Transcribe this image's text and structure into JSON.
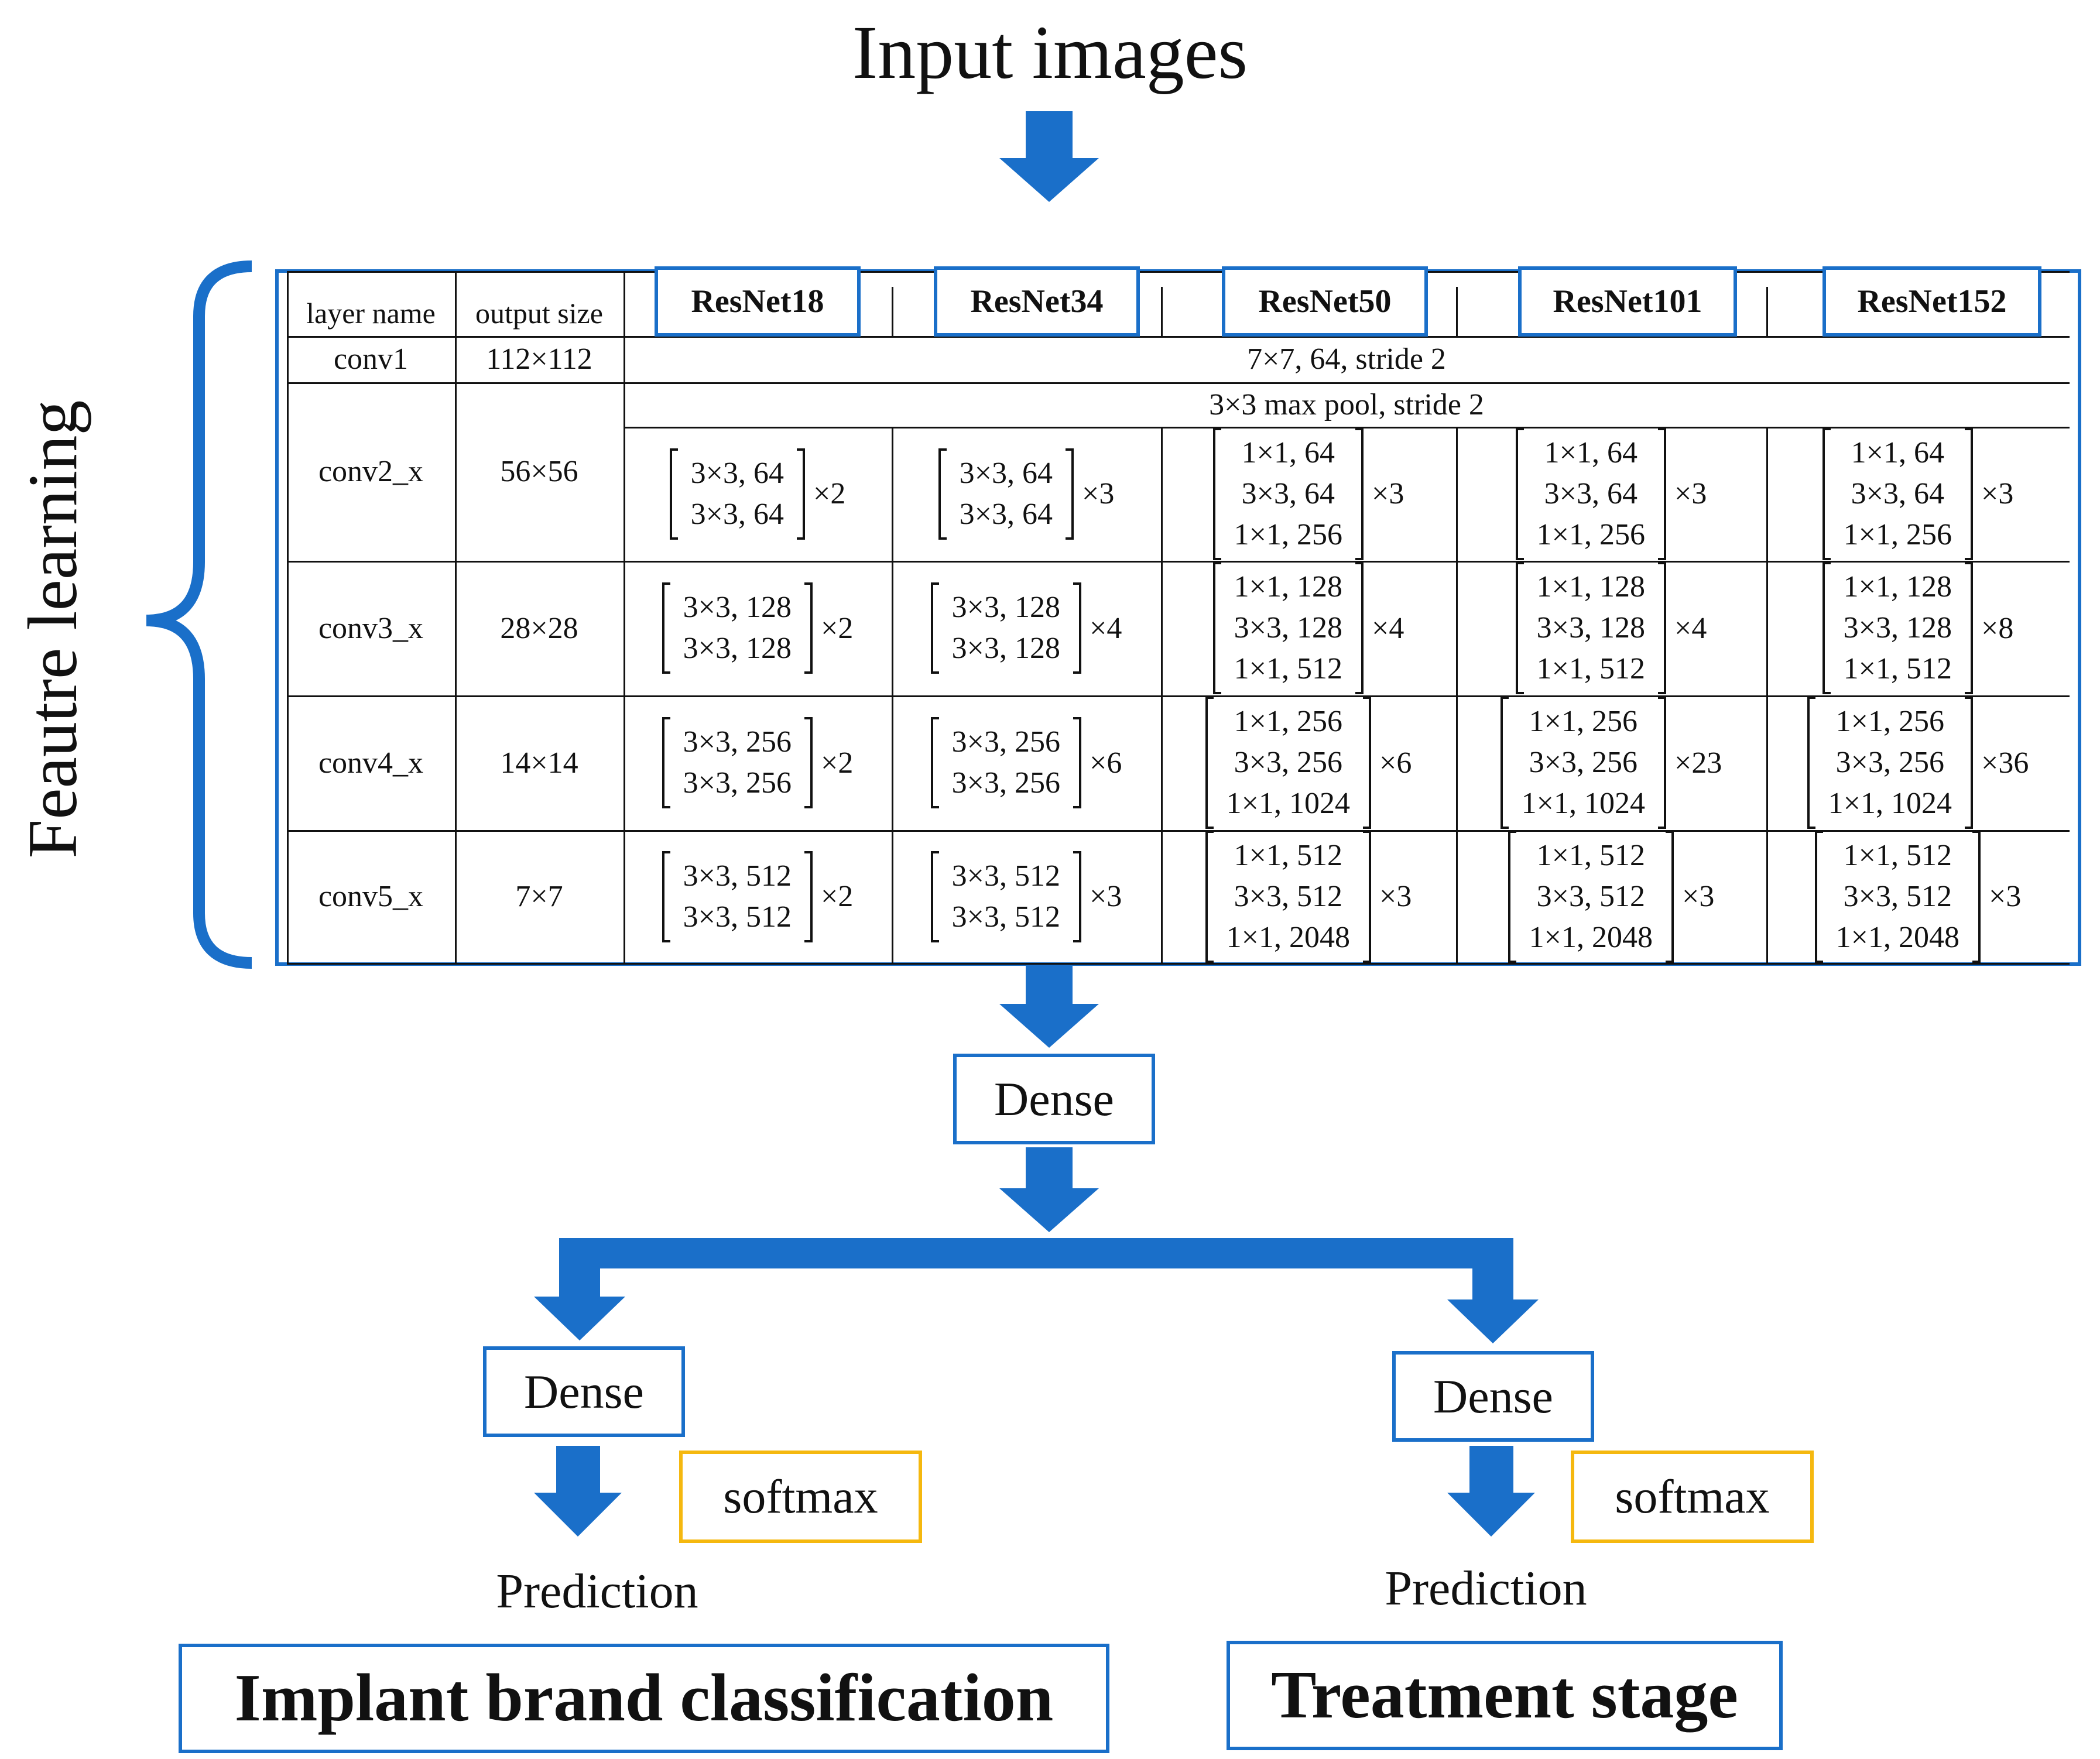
{
  "title": "Input images",
  "side_label": "Feautre learning",
  "table": {
    "header": {
      "layer_name": "layer name",
      "output_size": "output size"
    },
    "models": [
      "ResNet18",
      "ResNet34",
      "ResNet50",
      "ResNet101",
      "ResNet152"
    ],
    "conv1": {
      "name": "conv1",
      "size": "112×112",
      "spec": "7×7, 64, stride 2"
    },
    "pool": "3×3 max pool, stride 2",
    "rows": [
      {
        "name": "conv2_x",
        "size": "56×56",
        "blocks": [
          {
            "lines": [
              "3×3, 64",
              "3×3, 64"
            ],
            "mult": "×2"
          },
          {
            "lines": [
              "3×3, 64",
              "3×3, 64"
            ],
            "mult": "×3"
          },
          {
            "lines": [
              "1×1, 64",
              "3×3, 64",
              "1×1, 256"
            ],
            "mult": "×3"
          },
          {
            "lines": [
              "1×1, 64",
              "3×3, 64",
              "1×1, 256"
            ],
            "mult": "×3"
          },
          {
            "lines": [
              "1×1, 64",
              "3×3, 64",
              "1×1, 256"
            ],
            "mult": "×3"
          }
        ]
      },
      {
        "name": "conv3_x",
        "size": "28×28",
        "blocks": [
          {
            "lines": [
              "3×3, 128",
              "3×3, 128"
            ],
            "mult": "×2"
          },
          {
            "lines": [
              "3×3, 128",
              "3×3, 128"
            ],
            "mult": "×4"
          },
          {
            "lines": [
              "1×1, 128",
              "3×3, 128",
              "1×1, 512"
            ],
            "mult": "×4"
          },
          {
            "lines": [
              "1×1, 128",
              "3×3, 128",
              "1×1, 512"
            ],
            "mult": "×4"
          },
          {
            "lines": [
              "1×1, 128",
              "3×3, 128",
              "1×1, 512"
            ],
            "mult": "×8"
          }
        ]
      },
      {
        "name": "conv4_x",
        "size": "14×14",
        "blocks": [
          {
            "lines": [
              "3×3, 256",
              "3×3, 256"
            ],
            "mult": "×2"
          },
          {
            "lines": [
              "3×3, 256",
              "3×3, 256"
            ],
            "mult": "×6"
          },
          {
            "lines": [
              "1×1, 256",
              "3×3, 256",
              "1×1, 1024"
            ],
            "mult": "×6"
          },
          {
            "lines": [
              "1×1, 256",
              "3×3, 256",
              "1×1, 1024"
            ],
            "mult": "×23"
          },
          {
            "lines": [
              "1×1, 256",
              "3×3, 256",
              "1×1, 1024"
            ],
            "mult": "×36"
          }
        ]
      },
      {
        "name": "conv5_x",
        "size": "7×7",
        "blocks": [
          {
            "lines": [
              "3×3, 512",
              "3×3, 512"
            ],
            "mult": "×2"
          },
          {
            "lines": [
              "3×3, 512",
              "3×3, 512"
            ],
            "mult": "×3"
          },
          {
            "lines": [
              "1×1, 512",
              "3×3, 512",
              "1×1, 2048"
            ],
            "mult": "×3"
          },
          {
            "lines": [
              "1×1, 512",
              "3×3, 512",
              "1×1, 2048"
            ],
            "mult": "×3"
          },
          {
            "lines": [
              "1×1, 512",
              "3×3, 512",
              "1×1, 2048"
            ],
            "mult": "×3"
          }
        ]
      }
    ]
  },
  "dense_main": "Dense",
  "left_branch": {
    "dense": "Dense",
    "activation": "softmax",
    "prediction": "Prediction",
    "outcome": "Implant brand classification"
  },
  "right_branch": {
    "dense": "Dense",
    "activation": "softmax",
    "prediction": "Prediction",
    "outcome": "Treatment stage"
  },
  "colors": {
    "flow_blue": "#1a6fc9",
    "softmax_yellow": "#f5b80f"
  }
}
